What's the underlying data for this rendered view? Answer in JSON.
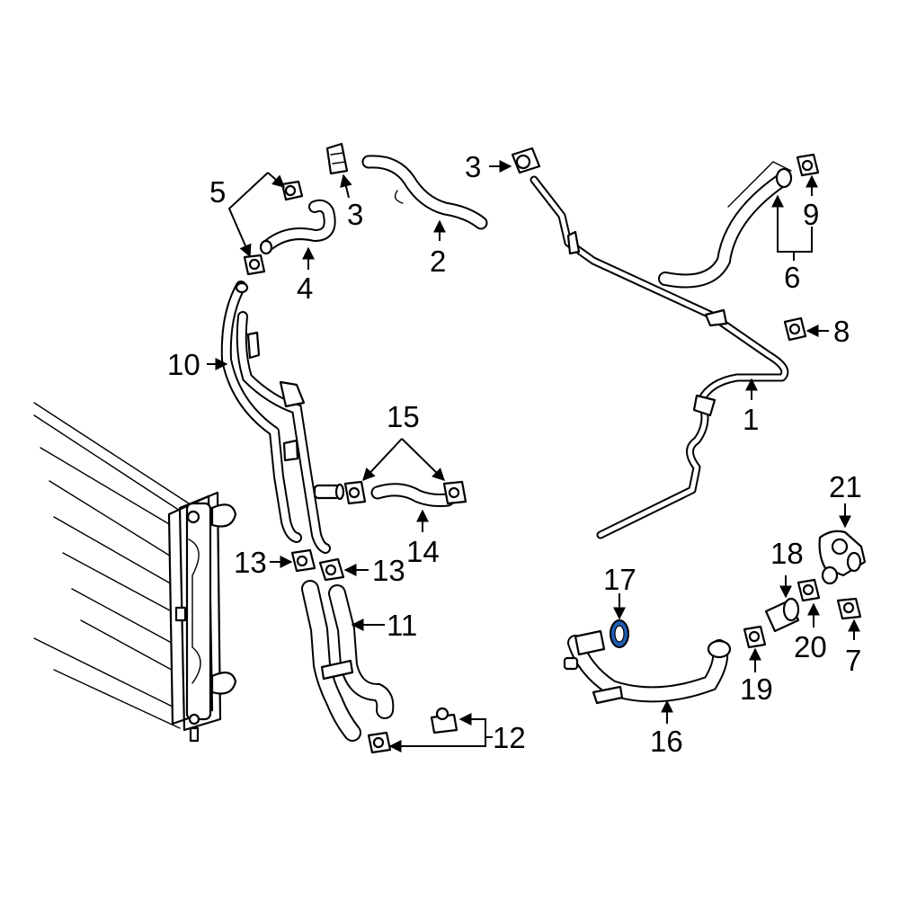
{
  "colors": {
    "line": "#000000",
    "background": "#ffffff",
    "highlight": "#1f5fb4"
  },
  "highlighted_part": "17",
  "callouts": {
    "c1": "1",
    "c2": "2",
    "c3a": "3",
    "c3b": "3",
    "c4": "4",
    "c5": "5",
    "c6": "6",
    "c7": "7",
    "c8": "8",
    "c9": "9",
    "c10": "10",
    "c11": "11",
    "c12": "12",
    "c13a": "13",
    "c13b": "13",
    "c14": "14",
    "c15": "15",
    "c16": "16",
    "c17": "17",
    "c18": "18",
    "c19": "19",
    "c20": "20",
    "c21": "21"
  }
}
